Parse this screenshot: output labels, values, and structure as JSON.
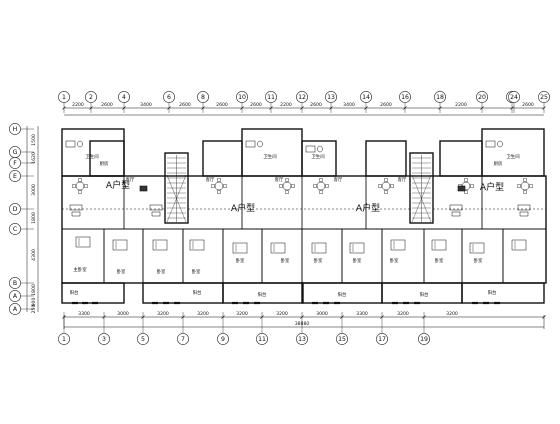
{
  "top_axes": [
    "1",
    "2",
    "4",
    "6",
    "8",
    "10",
    "11",
    "12",
    "13",
    "14",
    "16",
    "18",
    "20",
    "22",
    "24",
    "25"
  ],
  "bottom_axes": [
    "1",
    "3",
    "5",
    "7",
    "9",
    "11",
    "13",
    "15",
    "17",
    "19"
  ],
  "left_axes": [
    "H",
    "G",
    "F",
    "E",
    "D",
    "C",
    "B",
    "A",
    "A"
  ],
  "top_dims": [
    "2200",
    "2600",
    "3400",
    "2600",
    "2600",
    "2600",
    "2200",
    "2600",
    "3400",
    "2600",
    "2200",
    "2600"
  ],
  "bottom_dims": [
    "3300",
    "3000",
    "3200",
    "3200",
    "3200",
    "3200",
    "3000",
    "3300",
    "3200",
    "3200"
  ],
  "total_dim": "38880",
  "left_dims": [
    "1500",
    "1620",
    "3000",
    "1800",
    "4300",
    "1800",
    "900",
    "250"
  ],
  "unit_labels": [
    "A户型",
    "A户型",
    "A户型",
    "A户型"
  ],
  "room_labels": {
    "living": "客厅",
    "bedroom": "卧室",
    "master": "主卧室",
    "kitchen": "厨房",
    "bath": "卫生间",
    "balcony": "阳台",
    "dining": "餐厅"
  }
}
